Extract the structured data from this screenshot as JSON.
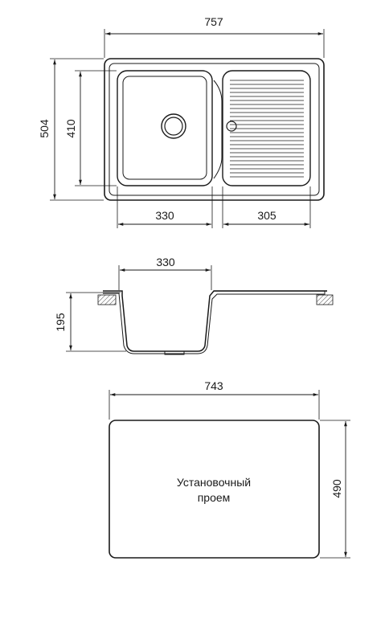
{
  "top_view": {
    "overall_width": "757",
    "overall_depth": "504",
    "bowl_depth": "410",
    "bowl_width": "330",
    "drainer_width": "305"
  },
  "side_view": {
    "bowl_width": "330",
    "bowl_height": "195"
  },
  "cutout": {
    "width": "743",
    "depth": "490",
    "label_line1": "Установочный",
    "label_line2": "проем"
  }
}
